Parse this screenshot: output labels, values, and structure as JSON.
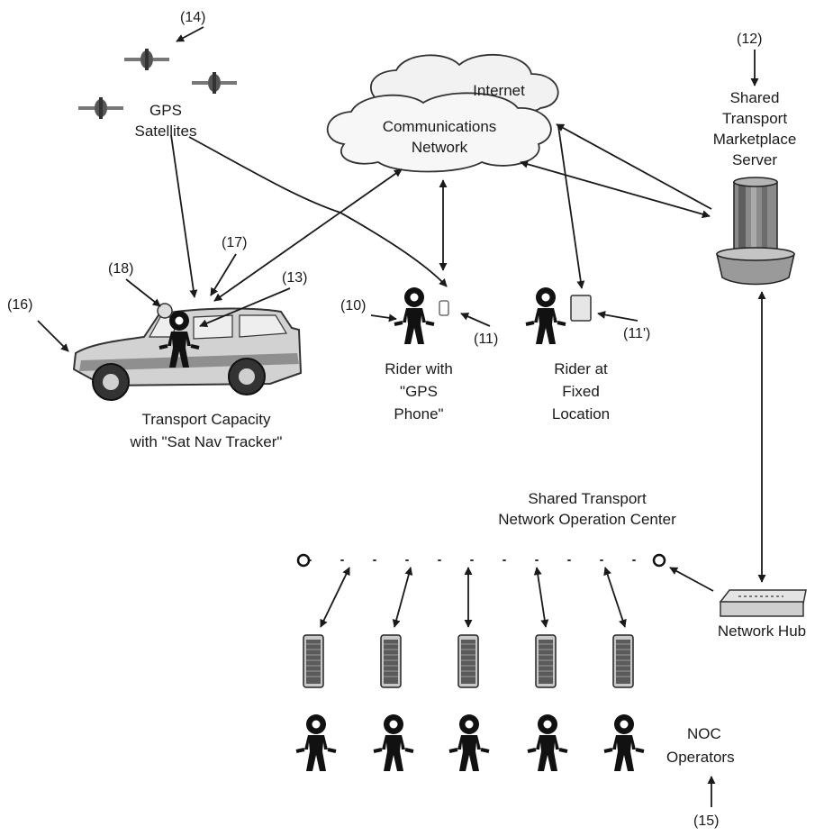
{
  "labels": {
    "gps_satellites": [
      "GPS",
      "Satellites"
    ],
    "internet": "Internet",
    "communications_network": [
      "Communications",
      "Network"
    ],
    "server": [
      "Shared",
      "Transport",
      "Marketplace",
      "Server"
    ],
    "rider_gps_phone": [
      "Rider with",
      "\"GPS",
      "Phone\""
    ],
    "rider_fixed_location": [
      "Rider at",
      "Fixed",
      "Location"
    ],
    "transport_capacity": [
      "Transport Capacity",
      "with \"Sat Nav Tracker\""
    ],
    "noc": [
      "Shared Transport",
      "Network Operation Center"
    ],
    "network_hub": "Network Hub",
    "noc_operators": [
      "NOC",
      "Operators"
    ]
  },
  "refs": {
    "r10": "(10)",
    "r11": "(11)",
    "r11p": "(11')",
    "r12": "(12)",
    "r13": "(13)",
    "r14": "(14)",
    "r15": "(15)",
    "r16": "(16)",
    "r17": "(17)",
    "r18": "(18)"
  }
}
